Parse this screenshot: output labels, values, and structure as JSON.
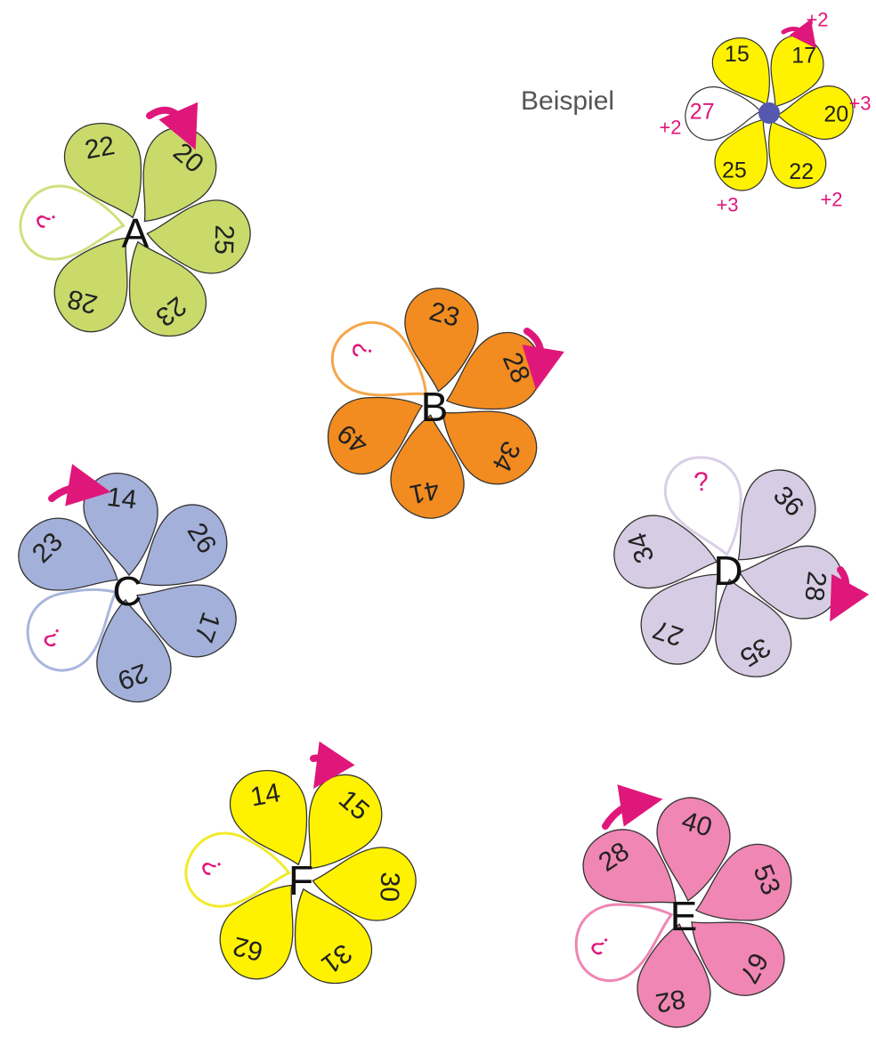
{
  "colors": {
    "arrow": "#e0177b",
    "question": "#e0177b",
    "outline": "#333333",
    "center_dot": "#5658ad"
  },
  "example": {
    "heading": "Beispiel",
    "fill": "#fff200",
    "petals": [
      "15",
      "17",
      "20",
      "22",
      "25",
      "27"
    ],
    "steps": [
      "+2",
      "+3",
      "+2",
      "+3",
      "+2"
    ]
  },
  "flowers": [
    {
      "letter": "A",
      "fill": "#c9da6a",
      "empty_stroke": "#cfe07e",
      "petals": [
        "22",
        "20",
        "25",
        "23",
        "28",
        "?"
      ]
    },
    {
      "letter": "B",
      "fill": "#f28c20",
      "empty_stroke": "#f5a64a",
      "petals": [
        "23",
        "28",
        "34",
        "41",
        "49",
        "?"
      ]
    },
    {
      "letter": "C",
      "fill": "#a3b0d9",
      "empty_stroke": "#a9b6dd",
      "petals": [
        "23",
        "14",
        "26",
        "17",
        "29",
        "?"
      ]
    },
    {
      "letter": "D",
      "fill": "#d6cce3",
      "empty_stroke": "#d9cfe6",
      "petals": [
        "?",
        "36",
        "28",
        "35",
        "27",
        "34"
      ]
    },
    {
      "letter": "F",
      "fill": "#fff200",
      "empty_stroke": "#f2ea2a",
      "petals": [
        "14",
        "15",
        "30",
        "31",
        "62",
        "?"
      ]
    },
    {
      "letter": "E",
      "fill": "#ef86b3",
      "empty_stroke": "#ef86b3",
      "petals": [
        "28",
        "40",
        "53",
        "67",
        "82",
        "?"
      ]
    }
  ]
}
